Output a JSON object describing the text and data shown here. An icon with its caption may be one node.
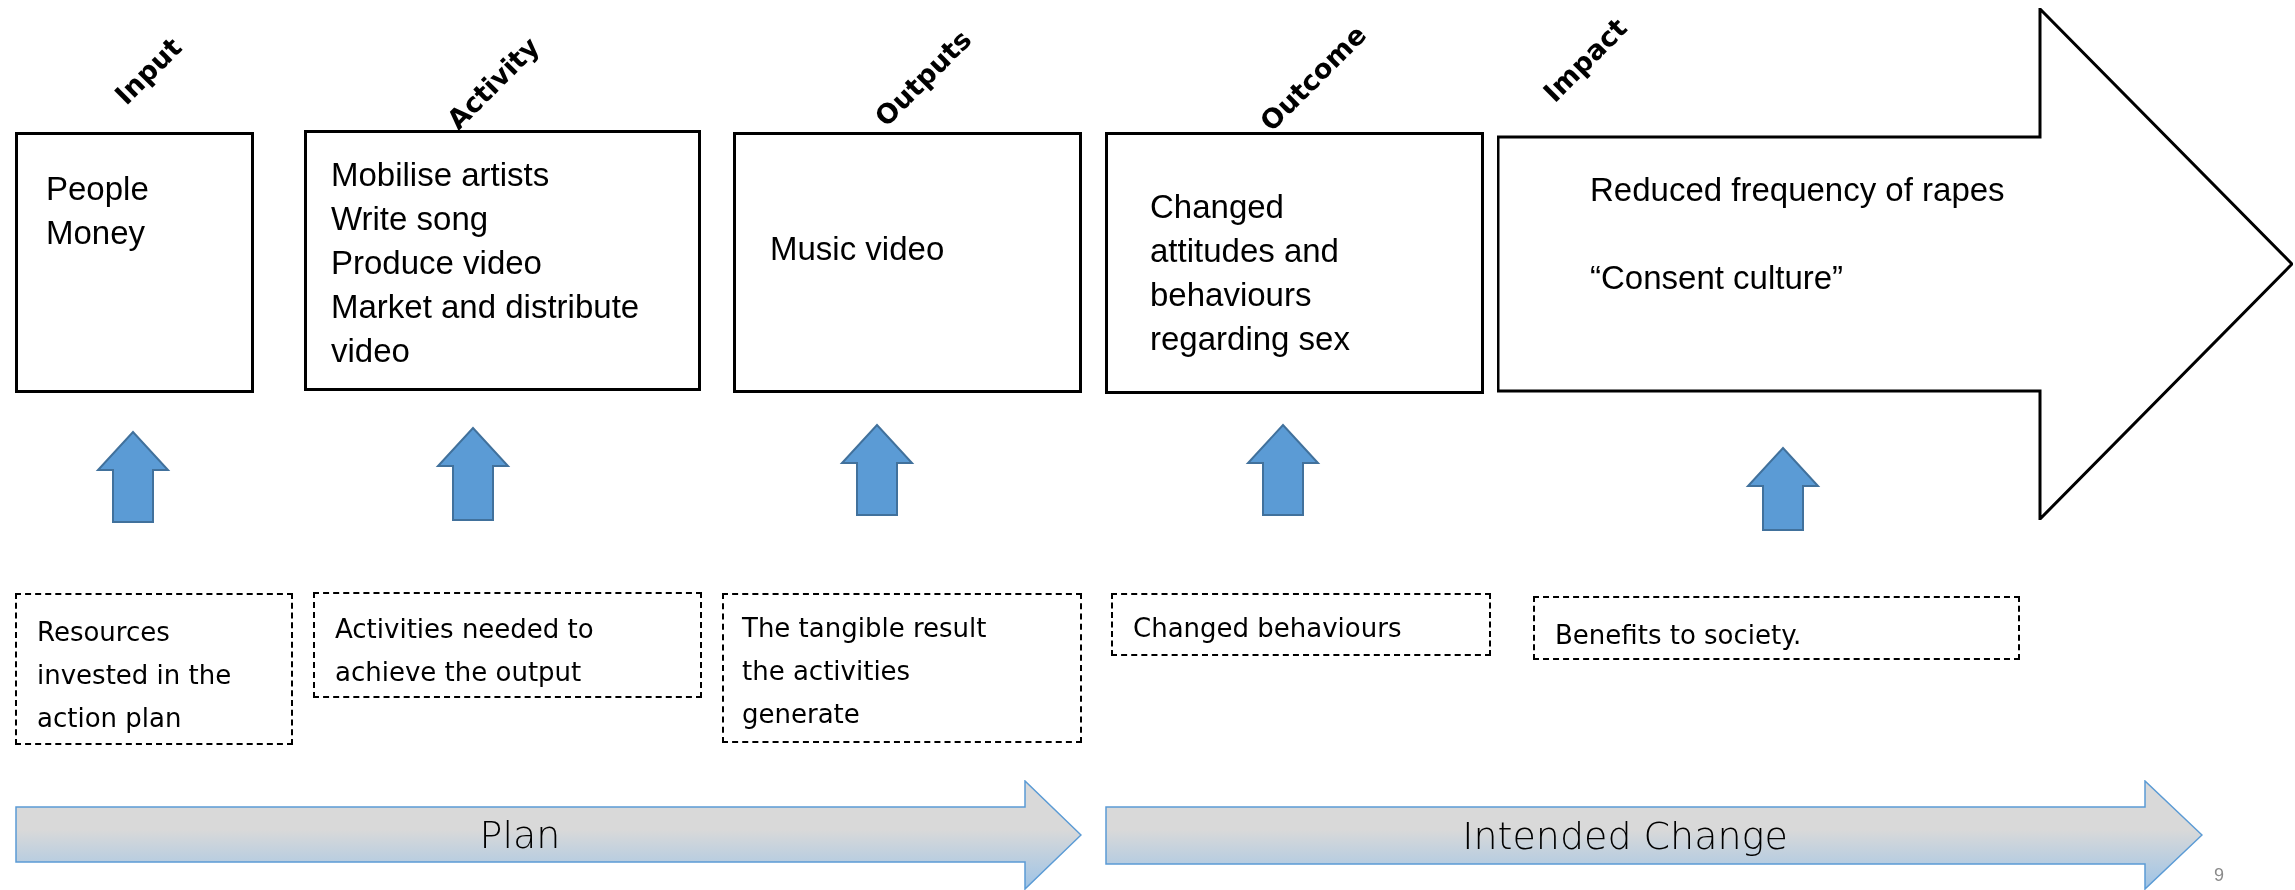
{
  "diagram": {
    "nodes": [
      {
        "text": [
          "Input",
          "People",
          "Money"
        ]
      },
      {
        "text": [
          "Activity",
          "Mobilise artists",
          "Write song",
          "Produce video",
          "Market and distribute video"
        ]
      },
      {
        "text": [
          "Outputs",
          "Music video"
        ]
      },
      {
        "text": [
          "Outcome",
          "Changed attitudes and behaviours regarding sex"
        ]
      },
      {
        "text": [
          "Impact",
          "Reduced frequency of rapes",
          "“Consent culture”"
        ]
      },
      {
        "text": [
          "Resources invested in the action plan"
        ]
      },
      {
        "text": [
          "Activities needed to achieve the output"
        ]
      },
      {
        "text": [
          "The tangible result the activities generate"
        ]
      },
      {
        "text": [
          "Changed behaviours"
        ]
      },
      {
        "text": [
          "Benefits to society."
        ]
      },
      {
        "text": [
          "Plan"
        ]
      },
      {
        "text": [
          "Intended Change"
        ]
      }
    ],
    "edges": [
      {
        "from": 5,
        "to": 0,
        "arrow": "to",
        "style": "thick",
        "color": "#5b9bd5"
      },
      {
        "from": 6,
        "to": 1,
        "arrow": "to",
        "style": "thick",
        "color": "#5b9bd5"
      },
      {
        "from": 7,
        "to": 2,
        "arrow": "to",
        "style": "thick",
        "color": "#5b9bd5"
      },
      {
        "from": 8,
        "to": 3,
        "arrow": "to",
        "style": "thick",
        "color": "#5b9bd5"
      },
      {
        "from": 9,
        "to": 4,
        "arrow": "to",
        "style": "thick",
        "color": "#5b9bd5"
      }
    ],
    "labels": [
      "9"
    ]
  }
}
